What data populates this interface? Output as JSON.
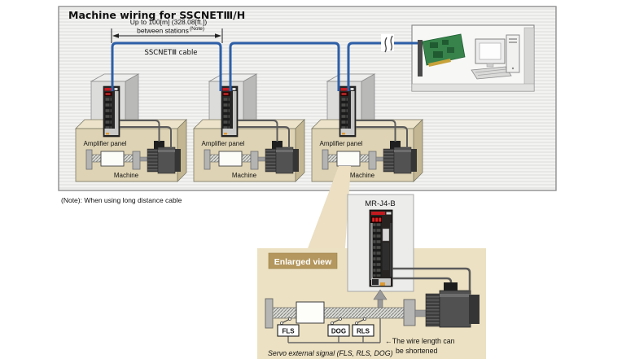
{
  "header": {
    "title": "Machine wiring for SSCNETⅢ/H"
  },
  "dimension": {
    "line1": "Up to 100[m] (328.08[ft.])",
    "line2": "between stations",
    "superscript": "(Note)"
  },
  "cable": {
    "label": "SSCNETⅢ cable",
    "color": "#2d5fa8"
  },
  "units": [
    {
      "panel_label": "Amplifier panel",
      "machine_label": "Machine"
    },
    {
      "panel_label": "Amplifier panel",
      "machine_label": "Machine"
    },
    {
      "panel_label": "Amplifier panel",
      "machine_label": "Machine"
    }
  ],
  "note": {
    "text": "(Note): When using long distance cable"
  },
  "enlarged": {
    "badge": "Enlarged view",
    "amplifier_model": "MR-J4-B",
    "switches": [
      {
        "label": "FLS"
      },
      {
        "label": "DOG"
      },
      {
        "label": "RLS"
      }
    ],
    "wire_note": {
      "line1": "←The wire length can",
      "line2": "be shortened"
    },
    "caption": "Servo external signal (FLS, RLS, DOG)"
  },
  "colors": {
    "cable_blue": "#2d5fa8",
    "machine_tan": "#ded3b4",
    "enlarged_panel_cream": "#ece1c2",
    "badge_gold": "#b4975e",
    "amp_red": "#c41a1f",
    "motor_gray": "#515151",
    "pcb_green": "#37834b",
    "wire_gray": "#5b5b5b"
  }
}
